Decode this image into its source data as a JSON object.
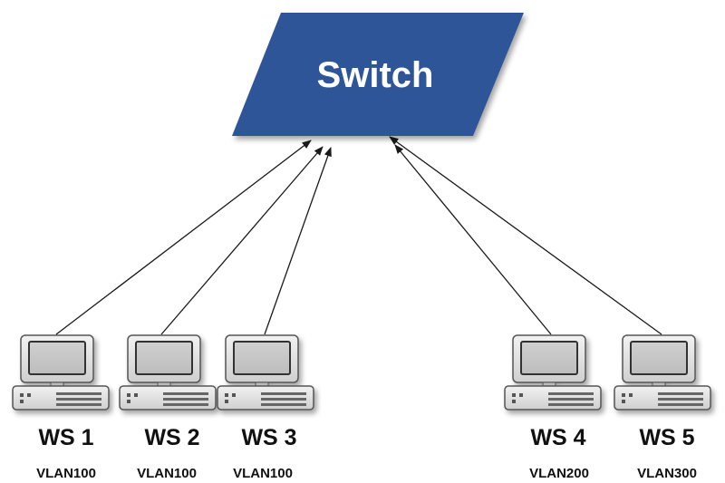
{
  "switch": {
    "label": "Switch",
    "color": "#2f5597"
  },
  "workstations": [
    {
      "name": "WS 1",
      "vlan": "VLAN100"
    },
    {
      "name": "WS 2",
      "vlan": "VLAN100"
    },
    {
      "name": "WS 3",
      "vlan": "VLAN100"
    },
    {
      "name": "WS 4",
      "vlan": "VLAN200"
    },
    {
      "name": "WS 5",
      "vlan": "VLAN300"
    }
  ],
  "links": [
    {
      "from": "WS 1",
      "to": "Switch"
    },
    {
      "from": "WS 2",
      "to": "Switch"
    },
    {
      "from": "WS 3",
      "to": "Switch"
    },
    {
      "from": "WS 4",
      "to": "Switch"
    },
    {
      "from": "WS 5",
      "to": "Switch"
    }
  ],
  "icons": {
    "switch": "switch-icon",
    "workstation": "desktop-computer-icon"
  }
}
